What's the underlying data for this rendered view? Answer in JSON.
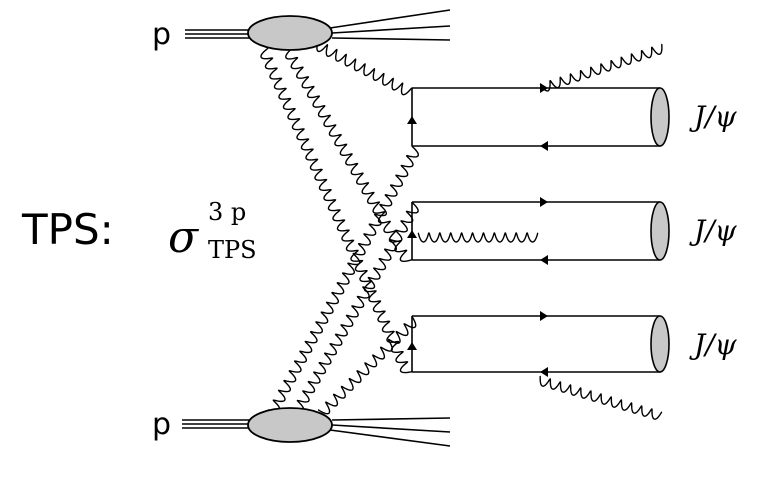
{
  "proton_top": "p",
  "proton_bottom": "p",
  "process_label": "TPS:",
  "cross_section": {
    "symbol": "σ",
    "superscript": "3 p",
    "subscript": "TPS"
  },
  "meson_label": "J/ψ",
  "mesons": [
    {
      "label": "J/ψ"
    },
    {
      "label": "J/ψ"
    },
    {
      "label": "J/ψ"
    }
  ],
  "colors": {
    "line": "#000000",
    "blob_fill": "#c8c8c8",
    "background": "#ffffff"
  }
}
